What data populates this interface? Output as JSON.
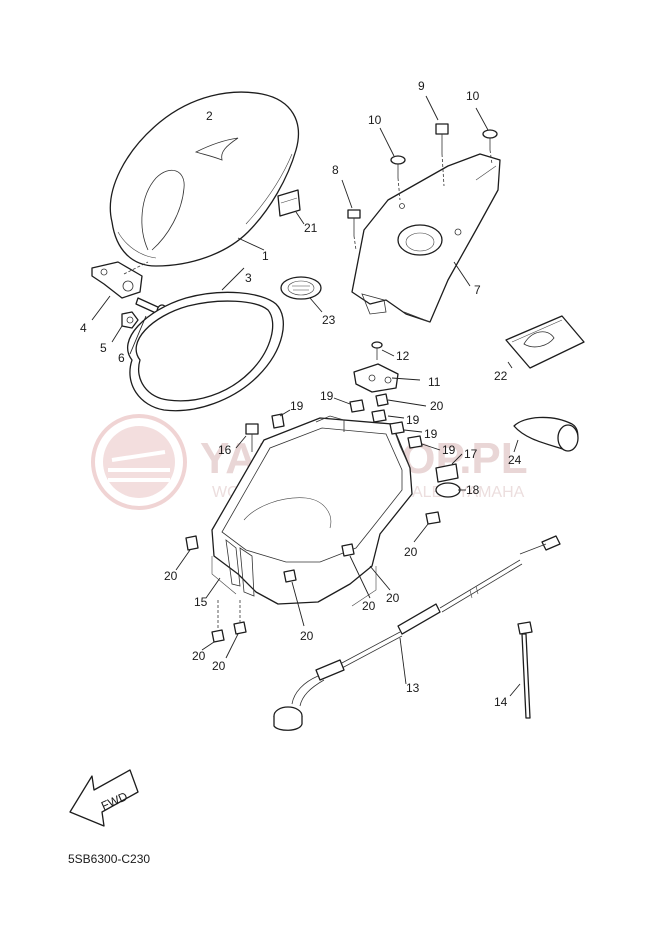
{
  "watermark": {
    "brand": "YAMA-SHOP.PL",
    "tagline": "WOJCIECH SKWIRCZ - DEALER YAMAHA"
  },
  "fwd_label": "FWD",
  "diagram_ref": "5SB6300-C230",
  "callouts": {
    "c1": "1",
    "c2": "2",
    "c3": "3",
    "c4": "4",
    "c5": "5",
    "c6": "6",
    "c7": "7",
    "c8": "8",
    "c9": "9",
    "c10a": "10",
    "c10b": "10",
    "c11": "11",
    "c12": "12",
    "c13": "13",
    "c14": "14",
    "c15": "15",
    "c16": "16",
    "c17": "17",
    "c18": "18",
    "c19a": "19",
    "c19b": "19",
    "c19c": "19",
    "c19d": "19",
    "c19e": "19",
    "c20a": "20",
    "c20b": "20",
    "c20c": "20",
    "c20d": "20",
    "c20e": "20",
    "c20f": "20",
    "c20g": "20",
    "c20h": "20",
    "c21": "21",
    "c22": "22",
    "c23": "23",
    "c24": "24"
  },
  "colors": {
    "line": "#1d1d1d",
    "watermark": "#e9d6d6"
  }
}
